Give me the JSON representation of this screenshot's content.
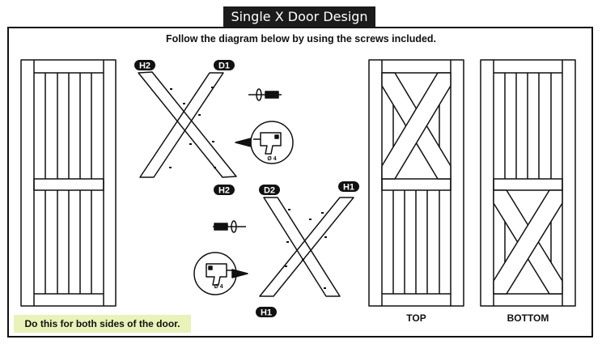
{
  "title": "Single X Door Design",
  "instruction": "Follow the diagram below by using the screws included.",
  "note": "Do this for both sides of the door.",
  "captions": {
    "top": "TOP",
    "bottom": "BOTTOM"
  },
  "labels": {
    "h1": "H1",
    "h2": "H2",
    "d1": "D1",
    "d2": "D2"
  },
  "drill_size": "Ø 4"
}
